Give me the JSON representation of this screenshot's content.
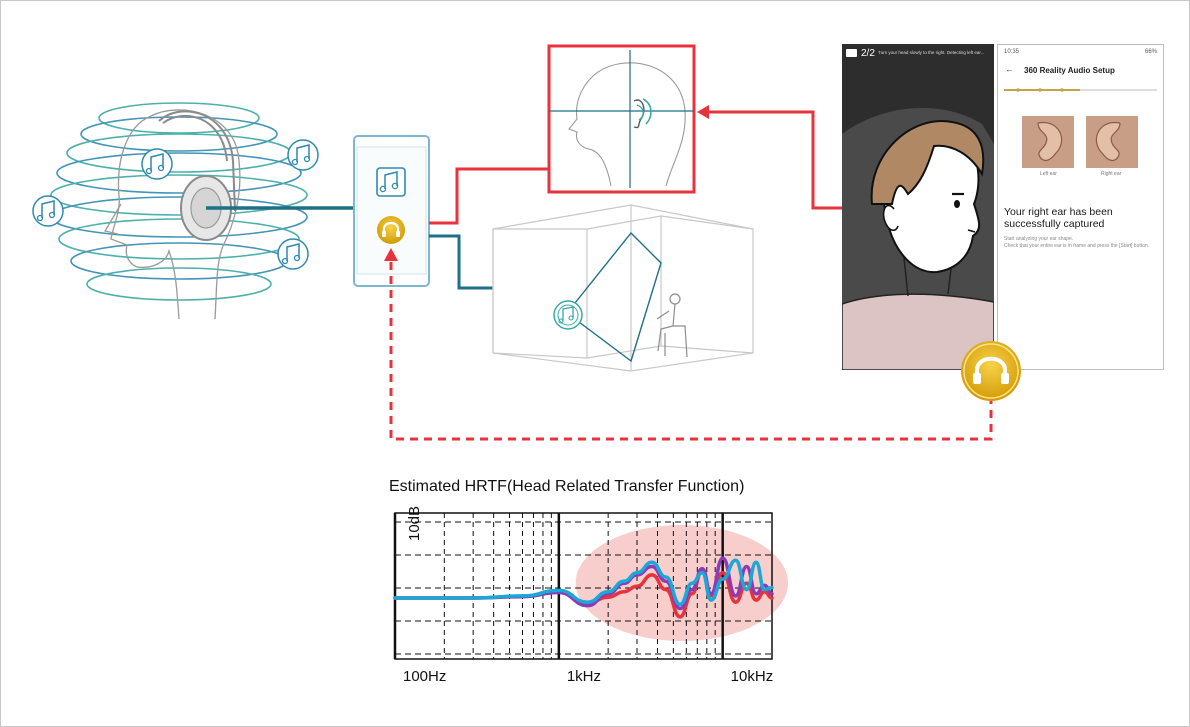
{
  "phone_scan": {
    "counter": "2/2",
    "instruction": "Turn your head slowly to the right. Detecting left ear..."
  },
  "phone_setup": {
    "status_time": "10:35",
    "status_battery": "66%",
    "title": "360 Reality Audio Setup",
    "left_ear_label": "Left ear",
    "right_ear_label": "Right ear",
    "captured_message": "Your right ear has been successfully captured",
    "hint_line1": "Start analyzing your ear shape.",
    "hint_line2": "Check that your entire ear is in frame and press the [Start] button."
  },
  "colors": {
    "red_path": "#e8323c",
    "teal_path": "#1e6f88",
    "accent_gold": "#e3ad12",
    "highlight_pink": "#f6c9c6"
  },
  "icons": [
    "music-note-icon",
    "headphones-icon",
    "camera-icon"
  ],
  "chart_data": {
    "type": "line",
    "title": "Estimated HRTF(Head Related Transfer Function)",
    "ylabel": "10dB",
    "x_scale": "log",
    "x_tick_labels": [
      "100Hz",
      "1kHz",
      "10kHz"
    ],
    "x_ticks": [
      100,
      1000,
      10000
    ],
    "xlim": [
      100,
      20000
    ],
    "grid": true,
    "highlight": "high-frequency region (approx. 1.5kHz–20kHz)",
    "series": [
      {
        "color": "#e8323c",
        "x": [
          100,
          300,
          600,
          1000,
          1500,
          2000,
          2500,
          3000,
          3700,
          4500,
          5500,
          6500,
          7500,
          8500,
          10000,
          12000,
          14000,
          16000,
          18000,
          20000
        ],
        "y": [
          0,
          0,
          0.4,
          1.5,
          -1.2,
          0.2,
          1.5,
          2.8,
          5.5,
          2,
          -4.5,
          1,
          6.5,
          0.5,
          6,
          -1,
          3.5,
          -0.5,
          1.5,
          0
        ]
      },
      {
        "color": "#8b3bb5",
        "x": [
          100,
          300,
          600,
          1000,
          1500,
          2000,
          2500,
          3000,
          3700,
          4500,
          5500,
          6500,
          7500,
          8500,
          10000,
          12000,
          14000,
          16000,
          18000,
          20000
        ],
        "y": [
          0,
          0,
          0.3,
          1.3,
          -1.8,
          1,
          3.5,
          5.5,
          7.5,
          4,
          -2.5,
          2,
          7,
          1,
          9.5,
          0.5,
          7.5,
          1,
          3,
          1
        ]
      },
      {
        "color": "#1aa8d8",
        "x": [
          100,
          300,
          600,
          1000,
          1500,
          2000,
          2500,
          3000,
          3700,
          4500,
          5500,
          6500,
          7500,
          8500,
          10000,
          12000,
          14000,
          16000,
          18000,
          20000
        ],
        "y": [
          0,
          0,
          0.5,
          1.8,
          -1,
          1.5,
          4,
          6,
          8.5,
          5,
          -1.5,
          3.5,
          6,
          -0.5,
          4.5,
          9,
          2,
          8.5,
          2,
          2.5
        ]
      }
    ]
  }
}
